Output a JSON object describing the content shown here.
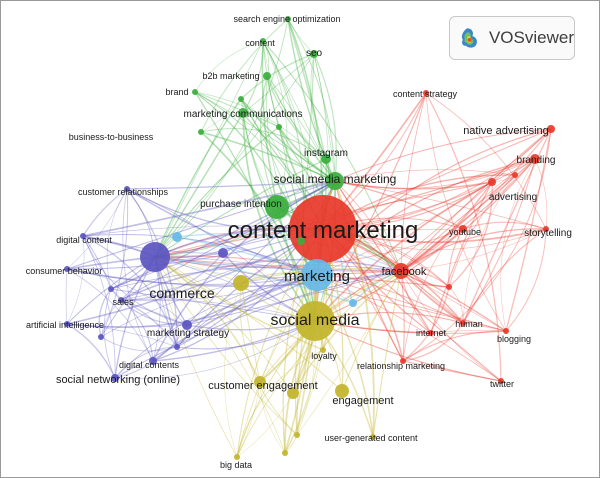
{
  "app": {
    "logo_text": "VOSviewer"
  },
  "clusters": {
    "red": "#e8382a",
    "green": "#3aae3c",
    "blue": "#5b55c0",
    "yellow": "#c2b42a",
    "light_blue": "#66b8e8"
  },
  "nodes": [
    {
      "id": "content-marketing",
      "label": "content marketing",
      "cluster": "red"
    },
    {
      "id": "marketing",
      "label": "marketing",
      "cluster": "light_blue"
    },
    {
      "id": "social-media",
      "label": "social media",
      "cluster": "yellow"
    },
    {
      "id": "commerce",
      "label": "commerce",
      "cluster": "blue"
    },
    {
      "id": "social-media-marketing",
      "label": "social media marketing",
      "cluster": "green"
    },
    {
      "id": "facebook",
      "label": "facebook",
      "cluster": "red"
    },
    {
      "id": "purchase-intention",
      "label": "purchase intention",
      "cluster": "green"
    },
    {
      "id": "instagram",
      "label": "instagram",
      "cluster": "green"
    },
    {
      "id": "search-engine-optimization",
      "label": "search engine optimization",
      "cluster": "green"
    },
    {
      "id": "content",
      "label": "content",
      "cluster": "green"
    },
    {
      "id": "seo",
      "label": "seo",
      "cluster": "green"
    },
    {
      "id": "b2b-marketing",
      "label": "b2b marketing",
      "cluster": "green"
    },
    {
      "id": "brand",
      "label": "brand",
      "cluster": "green"
    },
    {
      "id": "marketing-communications",
      "label": "marketing communications",
      "cluster": "green"
    },
    {
      "id": "business-to-business",
      "label": "business-to-business",
      "cluster": "green"
    },
    {
      "id": "content-strategy",
      "label": "content strategy",
      "cluster": "red"
    },
    {
      "id": "native-advertising",
      "label": "native advertising",
      "cluster": "red"
    },
    {
      "id": "branding",
      "label": "branding",
      "cluster": "red"
    },
    {
      "id": "advertising",
      "label": "advertising",
      "cluster": "red"
    },
    {
      "id": "youtube",
      "label": "youtube",
      "cluster": "red"
    },
    {
      "id": "storytelling",
      "label": "storytelling",
      "cluster": "red"
    },
    {
      "id": "internet",
      "label": "internet",
      "cluster": "red"
    },
    {
      "id": "human",
      "label": "human",
      "cluster": "red"
    },
    {
      "id": "blogging",
      "label": "blogging",
      "cluster": "red"
    },
    {
      "id": "twitter",
      "label": "twitter",
      "cluster": "red"
    },
    {
      "id": "relationship-marketing",
      "label": "relationship marketing",
      "cluster": "red"
    },
    {
      "id": "customer-relationships",
      "label": "customer relationships",
      "cluster": "blue"
    },
    {
      "id": "digital-content",
      "label": "digital content",
      "cluster": "blue"
    },
    {
      "id": "consumer-behavior",
      "label": "consumer behavior",
      "cluster": "blue"
    },
    {
      "id": "sales",
      "label": "sales",
      "cluster": "blue"
    },
    {
      "id": "artificial-intelligence",
      "label": "artificial intelligence",
      "cluster": "blue"
    },
    {
      "id": "marketing-strategy",
      "label": "marketing strategy",
      "cluster": "blue"
    },
    {
      "id": "digital-contents",
      "label": "digital contents",
      "cluster": "blue"
    },
    {
      "id": "social-networking-online",
      "label": "social networking (online)",
      "cluster": "blue"
    },
    {
      "id": "customer-engagement",
      "label": "customer engagement",
      "cluster": "yellow"
    },
    {
      "id": "engagement",
      "label": "engagement",
      "cluster": "yellow"
    },
    {
      "id": "loyalty",
      "label": "loyalty",
      "cluster": "yellow"
    },
    {
      "id": "user-generated-content",
      "label": "user-generated content",
      "cluster": "yellow"
    },
    {
      "id": "big-data",
      "label": "big data",
      "cluster": "yellow"
    }
  ]
}
